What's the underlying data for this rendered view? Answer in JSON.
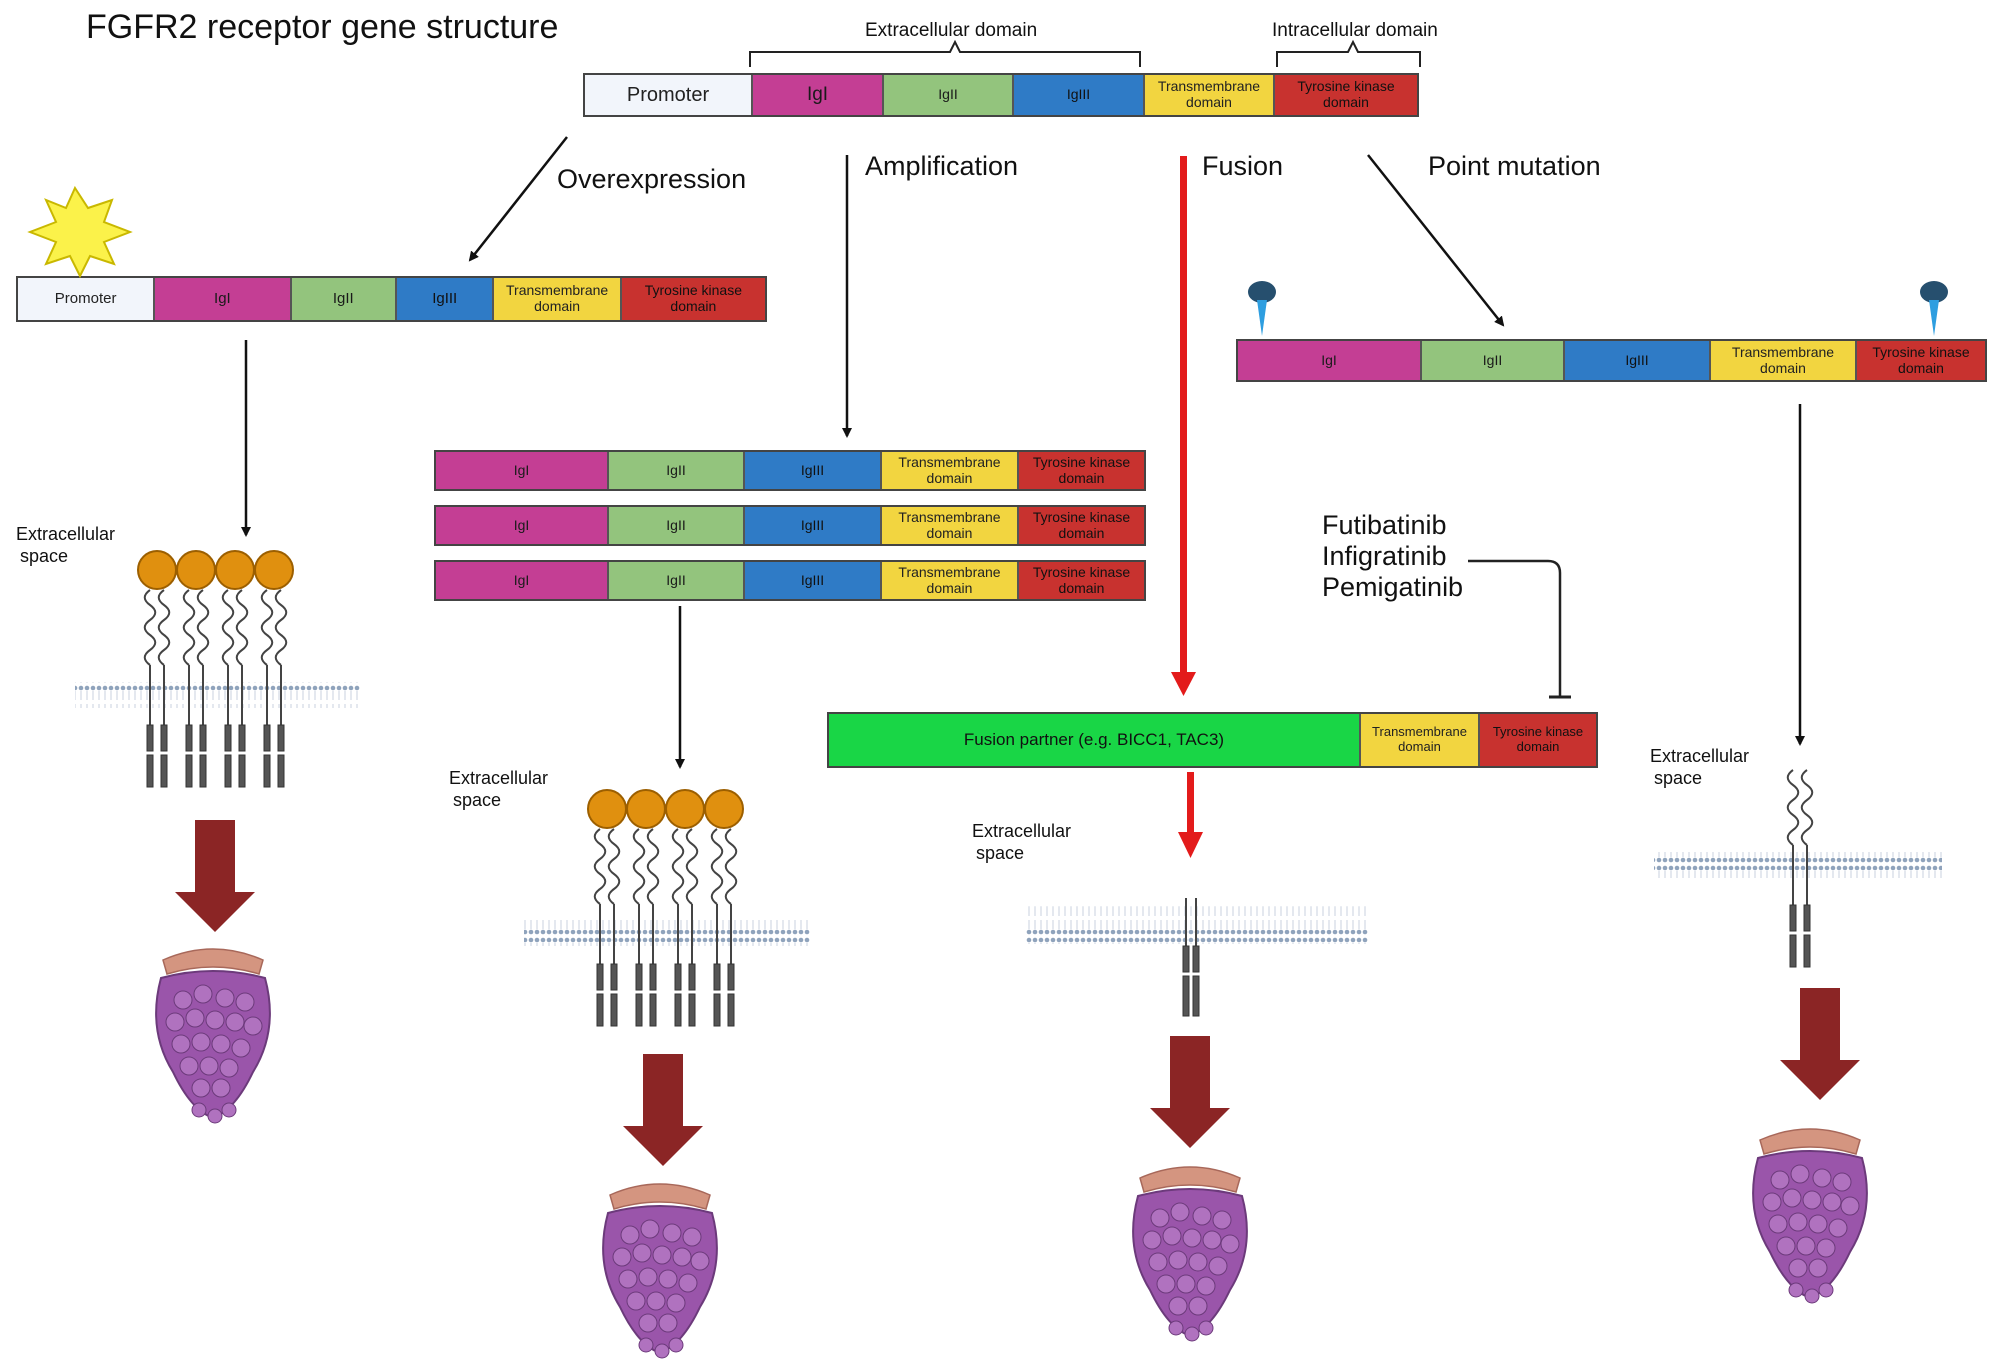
{
  "title": "FGFR2 receptor gene structure",
  "domain_labels": {
    "extracellular": "Extracellular domain",
    "intracellular": "Intracellular domain"
  },
  "segments": {
    "promoter": "Promoter",
    "ig1": "IgI",
    "ig2": "IgII",
    "ig3": "IgIII",
    "transmembrane": "Transmembrane domain",
    "tyrosine_kinase": "Tyrosine kinase domain",
    "fusion_partner": "Fusion partner (e.g. BICC1, TAC3)"
  },
  "mechanisms": {
    "overexpression": "Overexpression",
    "amplification": "Amplification",
    "fusion": "Fusion",
    "point_mutation": "Point mutation"
  },
  "extracellular_space": "Extracellular space",
  "extracellular_space_lines": [
    "Extracellular",
    "space"
  ],
  "drugs": [
    "Futibatinib",
    "Infigratinib",
    "Pemigatinib"
  ],
  "colors": {
    "ig1": "#c43e94",
    "ig2": "#93c47d",
    "ig3": "#2f7bc6",
    "transmembrane": "#f2d540",
    "tyrosine_kinase": "#c8322f",
    "fusion_partner": "#19d646",
    "fusion_arrow": "#e31b1b",
    "outcome_arrow": "#8b2525",
    "ligand": "#e0900f",
    "tumor": "#8e4aa0"
  }
}
